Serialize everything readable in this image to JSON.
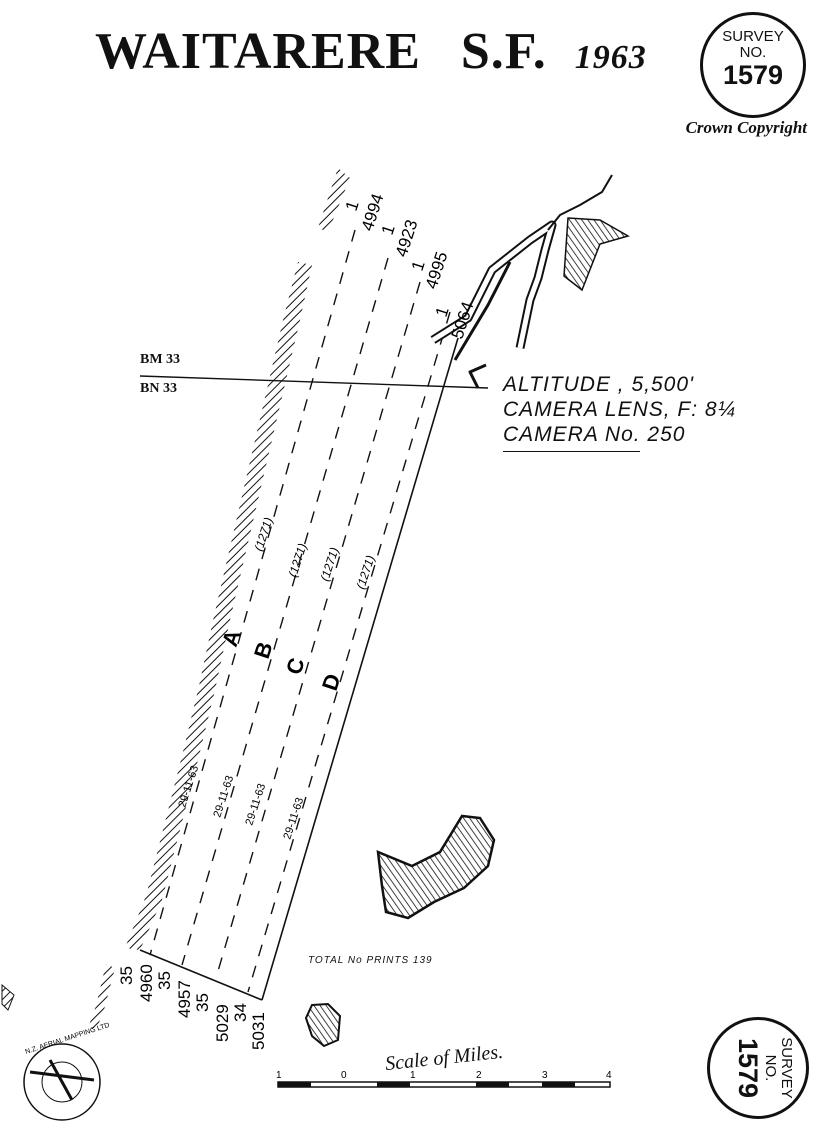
{
  "title": {
    "name": "WAITARERE",
    "sf": "S.F.",
    "year": "1963"
  },
  "survey_stamp": {
    "line1": "SURVEY",
    "line2": "NO.",
    "number": "1579"
  },
  "copyright": "Crown Copyright",
  "bench_marks": {
    "bm": "BM 33",
    "bn": "BN 33"
  },
  "flight_info": {
    "altitude": "ALTITUDE , 5,500'",
    "lens": "CAMERA LENS, F: 8¼",
    "camera": "CAMERA No. 250"
  },
  "runs": [
    {
      "letter": "A",
      "focal": "(1271)",
      "date": "29-11-63"
    },
    {
      "letter": "B",
      "focal": "(1271)",
      "date": "29-11-63"
    },
    {
      "letter": "C",
      "focal": "(1271)",
      "date": "29-11-63"
    },
    {
      "letter": "D",
      "focal": "(1271)",
      "date": "29-11-63"
    }
  ],
  "top_prints": [
    "1",
    "4994",
    "1",
    "4923",
    "1",
    "4995",
    "1",
    "5064"
  ],
  "bottom_prints": [
    "35",
    "4960",
    "35",
    "4957",
    "35",
    "5029",
    "34",
    "5031"
  ],
  "total_prints": "TOTAL No PRINTS  139",
  "scale": {
    "title": "Scale of Miles.",
    "ticks": [
      "1",
      "0",
      "1",
      "2",
      "3",
      "4"
    ]
  },
  "logo": {
    "text": "N.Z. AERIAL MAPPING LTD"
  },
  "colors": {
    "ink": "#111111",
    "paper": "#ffffff"
  }
}
